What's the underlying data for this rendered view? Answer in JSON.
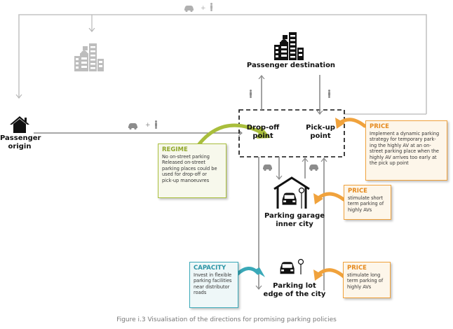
{
  "nodes": {
    "passenger_origin": "Passenger\norigin",
    "passenger_destination": "Passenger destination",
    "drop_off_point": "Drop-off\npoint",
    "pick_up_point": "Pick-up\npoint",
    "parking_garage": "Parking garage\ninner city",
    "parking_lot": "Parking lot\nedge of the city"
  },
  "top_route_label": {
    "plus": "+"
  },
  "origin_route_label": {
    "plus": "+"
  },
  "callouts": {
    "regime": {
      "title": "REGIME",
      "body": "No on-street parking\nReleased on-street\nparking places could be\nused for drop-off or\npick-up manoeuvres"
    },
    "price_pickup": {
      "title": "PRICE",
      "body": "Implement a dynamic parking\nstrategy for temporary park-\ning the highly AV at an on-\nstreet parking place when the\nhighly AV arrives too early at\nthe pick up point"
    },
    "price_garage": {
      "title": "PRICE",
      "body": "stimulate short\nterm parking of\nhighly AVs"
    },
    "price_lot": {
      "title": "PRICE",
      "body": "stimulate long\nterm parking of\nhighly AVs"
    },
    "capacity": {
      "title": "CAPACITY",
      "body": "Invest in flexible\nparking facilities\nnear distributor\nroads"
    }
  },
  "icons": {
    "house": "house-icon",
    "city_gray": "city-icon",
    "city_black": "city-icon",
    "car": "car-icon",
    "person": "person-icon",
    "garage": "garage-icon",
    "parking_sign": "parking-sign-icon"
  },
  "colors": {
    "regime": "#a9be3c",
    "price": "#f0a23c",
    "capacity": "#3aa9b8",
    "line_gray": "#8c8c8c",
    "line_light": "#c4c4c4"
  },
  "caption": "Figure i.3 Visualisation of the directions for promising parking policies"
}
